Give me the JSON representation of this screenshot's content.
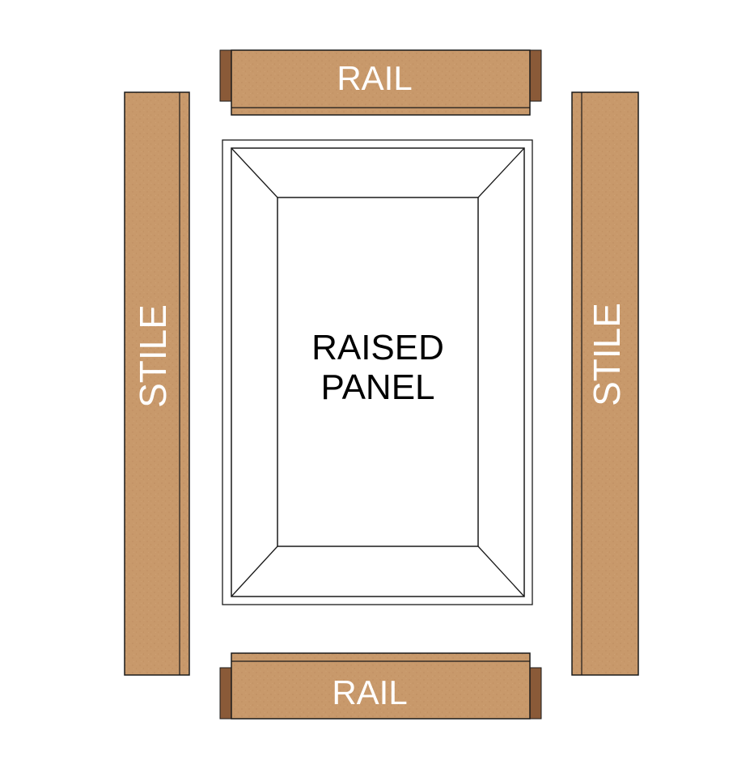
{
  "labels": {
    "rail_top": "RAIL",
    "rail_bottom": "RAIL",
    "stile_left": "STILE",
    "stile_right": "STILE",
    "panel_line1": "RAISED",
    "panel_line2": "PANEL"
  },
  "colors": {
    "wood": "#c8996b",
    "wood_dark": "#8a5a38",
    "wood_speckle": "#b8855a",
    "outline": "#1a1a1a",
    "label_on_wood": "#ffffff",
    "label_on_panel": "#000000",
    "background": "#ffffff"
  }
}
